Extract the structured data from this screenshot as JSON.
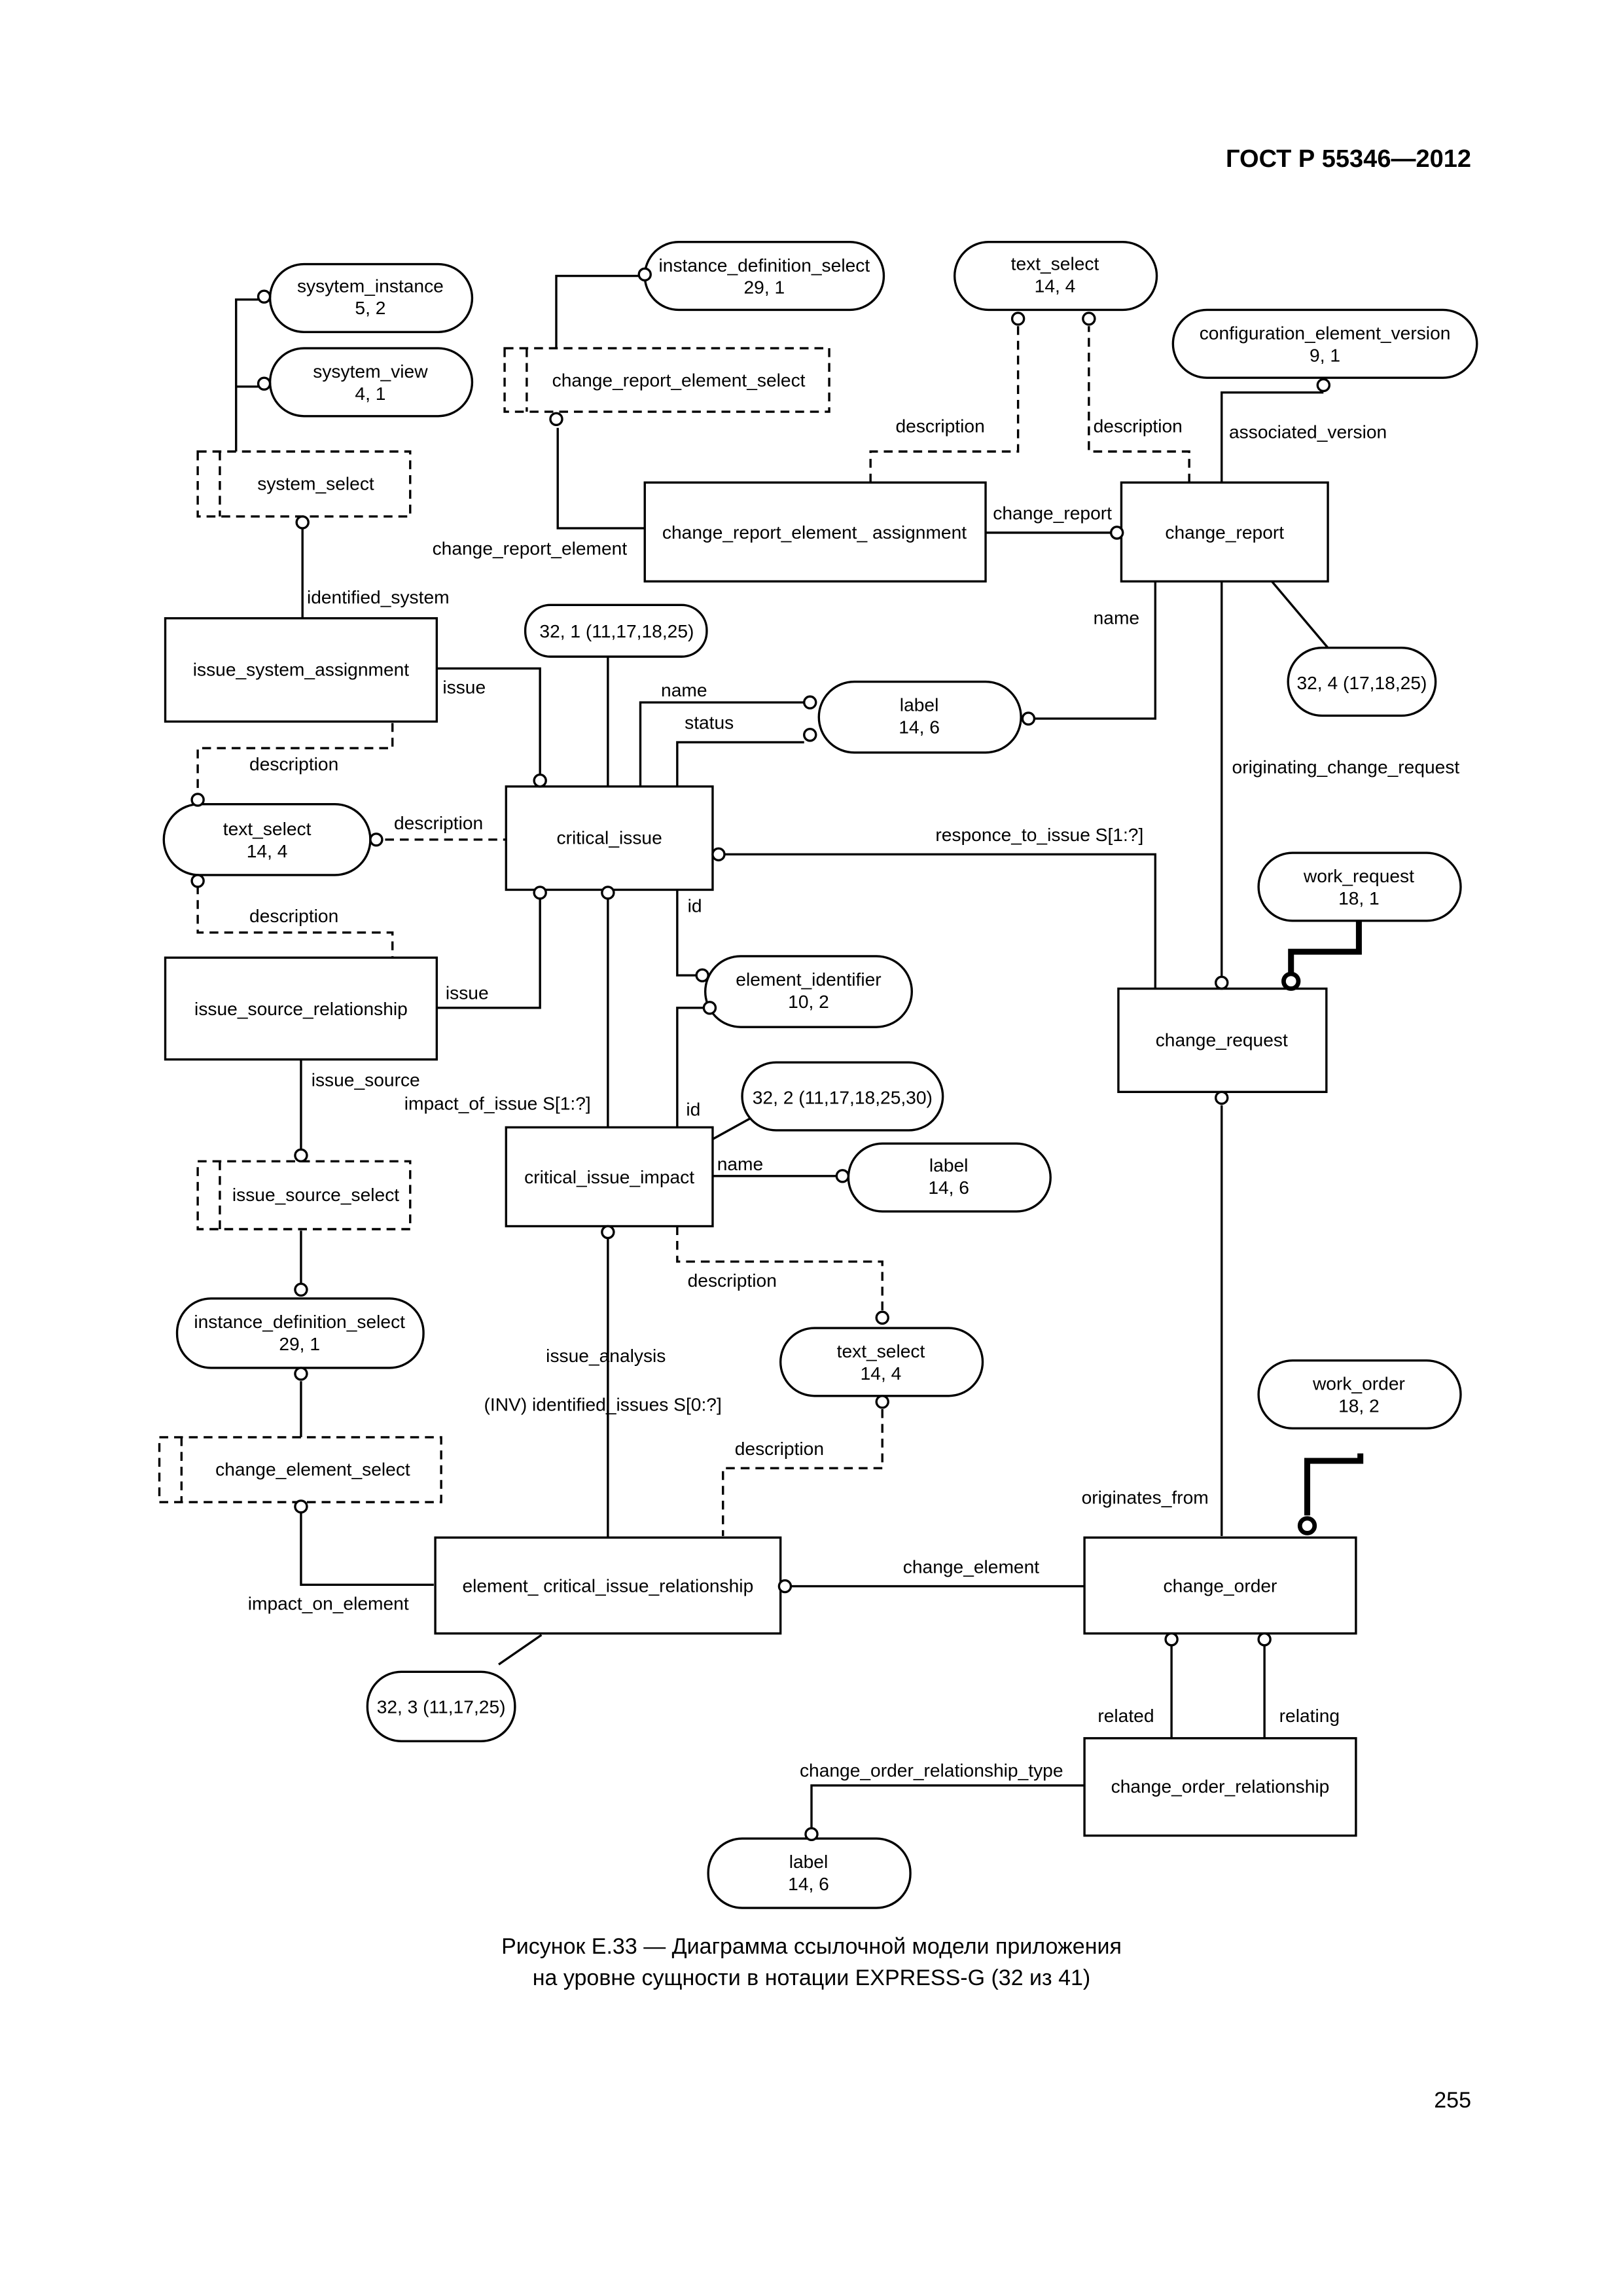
{
  "header": {
    "standard": "ГОСТ Р 55346—2012"
  },
  "caption": {
    "line1": "Рисунок E.33 — Диаграмма ссылочной модели приложения",
    "line2": "на уровне сущности в нотации EXPRESS-G (32 из 41)"
  },
  "page_number": "255",
  "entities": {
    "issue_system_assignment": "issue_system_assignment",
    "critical_issue": "critical_issue",
    "issue_source_relationship": "issue_source_relationship",
    "critical_issue_impact": "critical_issue_impact",
    "element_critical_issue_relationship": "element_ critical_issue_relationship",
    "change_report_element_assignment": "change_report_element_ assignment",
    "change_report": "change_report",
    "change_request": "change_request",
    "change_order": "change_order",
    "change_order_relationship": "change_order_relationship"
  },
  "selects": {
    "system_select": "system_select",
    "change_report_element_select": "change_report_element_select",
    "issue_source_select": "issue_source_select",
    "change_element_select": "change_element_select"
  },
  "page_refs": {
    "sysytem_instance": {
      "name": "sysytem_instance",
      "ref": "5, 2"
    },
    "sysytem_view": {
      "name": "sysytem_view",
      "ref": "4, 1"
    },
    "instance_definition_select_top": {
      "name": "instance_definition_select",
      "ref": "29, 1"
    },
    "text_select_top": {
      "name": "text_select",
      "ref": "14, 4"
    },
    "configuration_element_version": {
      "name": "configuration_element_version",
      "ref": "9, 1"
    },
    "label_mid": {
      "name": "label",
      "ref": "14, 6"
    },
    "text_select_left": {
      "name": "text_select",
      "ref": "14, 4"
    },
    "work_request": {
      "name": "work_request",
      "ref": "18, 1"
    },
    "element_identifier": {
      "name": "element_identifier",
      "ref": "10, 2"
    },
    "label_impact": {
      "name": "label",
      "ref": "14, 6"
    },
    "instance_definition_select_left": {
      "name": "instance_definition_select",
      "ref": "29, 1"
    },
    "text_select_bottom": {
      "name": "text_select",
      "ref": "14, 4"
    },
    "work_order": {
      "name": "work_order",
      "ref": "18, 2"
    },
    "label_bottom": {
      "name": "label",
      "ref": "14, 6"
    }
  },
  "inter_page_refs": {
    "ref_32_1": "32, 1 (11,17,18,25)",
    "ref_32_4": "32, 4 (17,18,25)",
    "ref_32_2": "32, 2 (11,17,18,25,30)",
    "ref_32_3": "32, 3 (11,17,25)"
  },
  "relation_labels": {
    "identified_system": "identified_system",
    "issue_top": "issue",
    "description_isa": "description",
    "description_ci": "description",
    "description_isr": "description",
    "issue_isr": "issue",
    "issue_source": "issue_source",
    "impact_of_issue": "impact_of_issue S[1:?]",
    "name_ci": "name",
    "status_ci": "status",
    "id_ci": "id",
    "id_cii": "id",
    "name_cii": "name",
    "description_cii": "description",
    "issue_analysis": "issue_analysis",
    "inv_identified_issues": "(INV) identified_issues S[0:?]",
    "description_ecir": "description",
    "impact_on_element": "impact_on_element",
    "change_element": "change_element",
    "change_report_element": "change_report_element",
    "change_report_rel": "change_report",
    "description_crea": "description",
    "description_cr": "description",
    "associated_version": "associated_version",
    "name_cr": "name",
    "originating_change_request": "originating_change_request",
    "responce_to_issue": "responce_to_issue S[1:?]",
    "originates_from": "originates_from",
    "related": "related",
    "relating": "relating",
    "change_order_relationship_type": "change_order_relationship_type"
  }
}
